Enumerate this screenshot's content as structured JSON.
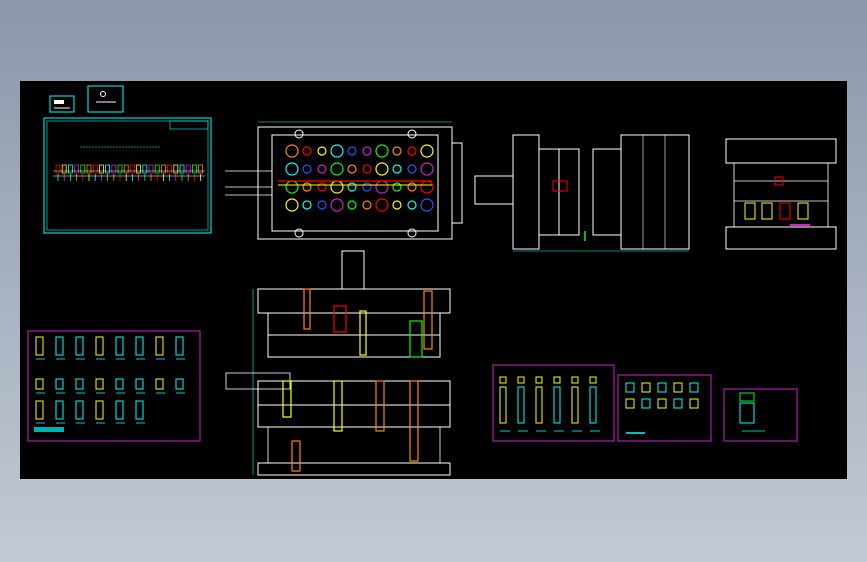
{
  "colors": {
    "background": "#000000",
    "outline": "#ffffff",
    "cyan": "#00ffff",
    "magenta": "#d020d0",
    "yellow": "#ffff00",
    "red": "#ff0000",
    "green": "#00ff00",
    "orange": "#ff8800",
    "blue": "#3050ff"
  },
  "icons": [
    "title-block-icon",
    "logo-block-icon"
  ],
  "drawing": {
    "views": [
      "strip-layout-sheet",
      "die-plan-view",
      "die-side-views",
      "die-end-view",
      "die-section-view",
      "punch-parts-table",
      "insert-parts-table",
      "small-parts-table",
      "single-part-detail"
    ]
  }
}
